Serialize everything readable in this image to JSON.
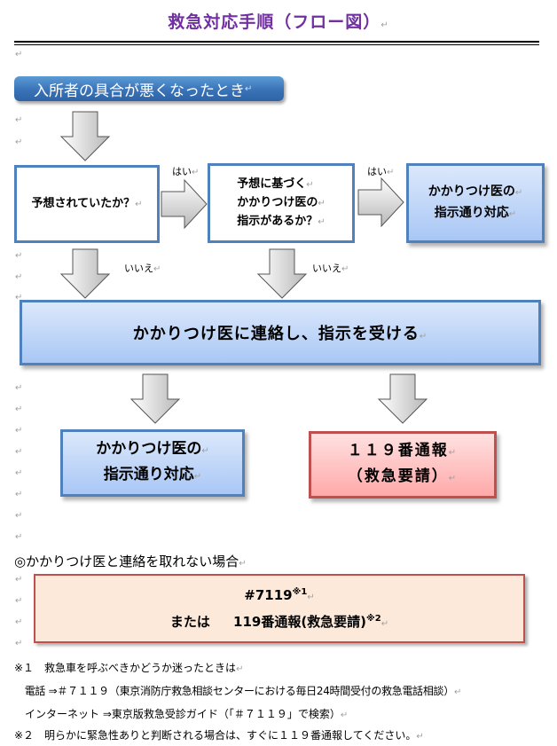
{
  "title": "救急対応手順（フロー図）",
  "start": {
    "label": "入所者の具合が悪くなったとき"
  },
  "question1": {
    "label": "予想されていたか？"
  },
  "question2": {
    "lines": [
      "予想に基づく",
      "かかりつけ医の",
      "指示があるか？"
    ]
  },
  "yes_label_1": "はい",
  "yes_label_2": "はい",
  "no_label_1": "いいえ",
  "no_label_2": "いいえ",
  "result_top": {
    "lines": [
      "かかりつけ医の",
      "指示通り対応"
    ]
  },
  "contact_doctor": {
    "label": "かかりつけ医に連絡し、指示を受ける"
  },
  "result_doctor": {
    "lines": [
      "かかりつけ医の",
      "指示通り対応"
    ]
  },
  "result_119": {
    "lines": [
      "１１９番通報",
      "（救急要請）"
    ]
  },
  "fallback": {
    "heading": "◎かかりつけ医と連絡を取れない場合",
    "line1_main": "#7119",
    "line1_sup": "※1",
    "line2_prefix": "または",
    "line2_main": "119番通報(救急要請)",
    "line2_sup": "※2"
  },
  "notes": [
    "※１　救急車を呼ぶべきかどうか迷ったときは",
    "　電話 ⇒＃７１１９（東京消防庁救急相談センターにおける毎日24時間受付の救急電話相談）",
    "　インターネット ⇒東京版救急受診ガイド（「＃７１１９」で検索）",
    "※２　明らかに緊急性ありと判断される場合は、すぐに１１９番通報してください。"
  ],
  "paragraph_mark": "↵",
  "colors": {
    "title": "#7030a0",
    "box_border_blue": "#4f81bd",
    "box_border_red": "#c0504d",
    "start_button": "#3a73b8",
    "peach_fill": "#fde9d9"
  }
}
